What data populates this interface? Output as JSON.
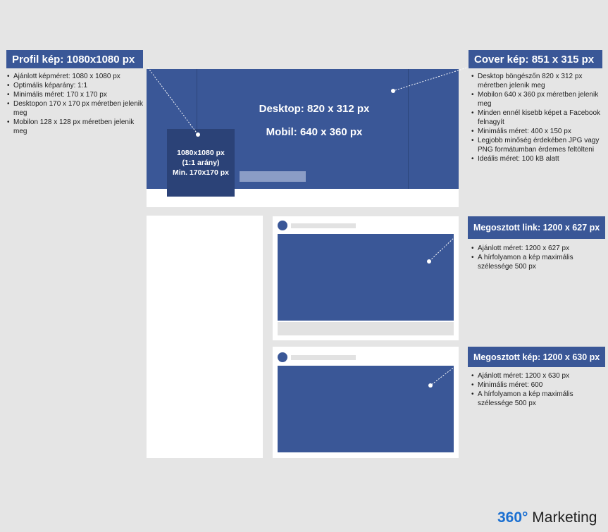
{
  "profile": {
    "title": "Profil kép: 1080x1080 px",
    "bullets": [
      "Ajánlott képméret: 1080 x 1080 px",
      "Optimális képarány: 1:1",
      "Minimális méret: 170 x 170 px",
      "Desktopon 170 x 170 px méretben jelenik meg",
      "Mobilon 128 x 128 px méretben jelenik meg"
    ],
    "box_line1": "1080x1080 px",
    "box_line2": "(1:1 arány)",
    "box_line3": "Min. 170x170 px"
  },
  "cover": {
    "title": "Cover kép: 851 x 315 px",
    "desktop_text": "Desktop: 820 x 312 px",
    "mobile_text": "Mobil: 640 x 360 px",
    "bullets": [
      "Desktop böngészőn 820 x 312 px méretben jelenik meg",
      "Mobilon 640 x 360 px méretben jelenik meg",
      "Minden ennél kisebb képet a Facebook felnagyít",
      "Minimális méret: 400 x 150 px",
      "Legjobb minőség érdekében JPG vagy PNG formátumban érdemes feltölteni",
      "Ideális méret: 100 kB alatt"
    ]
  },
  "link": {
    "title": "Megosztott link: 1200 x 627 px",
    "bullets": [
      "Ajánlott méret: 1200 x 627 px",
      "A hírfolyamon a kép maximális szélessége 500 px"
    ]
  },
  "image": {
    "title": "Megosztott kép: 1200 x 630 px",
    "bullets": [
      "Ajánlott méret: 1200 x 630 px",
      "Minimális méret: 600",
      "A hírfolyamon a kép maximális szélessége 500 px"
    ]
  },
  "brand": {
    "number": "360°",
    "word": " Marketing"
  },
  "colors": {
    "facebook_blue": "#3a5797",
    "profile_dark": "#2b4277",
    "background": "#e5e5e5",
    "brand_blue": "#1a6fd1"
  }
}
